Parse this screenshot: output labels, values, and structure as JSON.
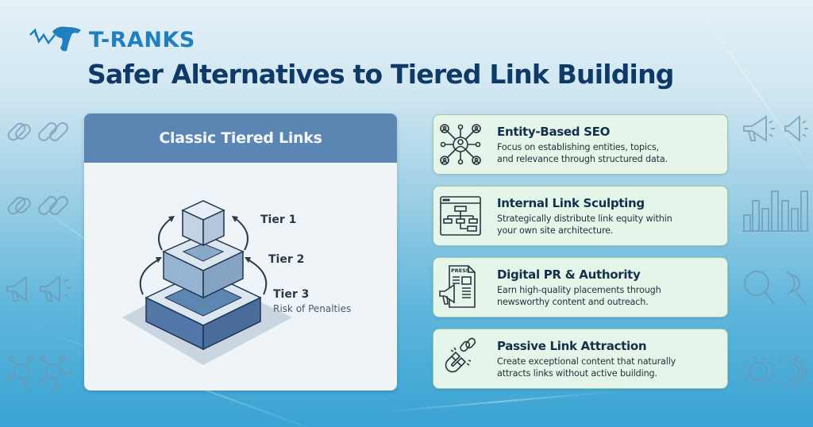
{
  "brand": {
    "logo_text": "T-RANKS",
    "logo_icon": "dinosaur-trend-arrow-icon",
    "color": "#1f7fbf"
  },
  "header": {
    "title": "Safer Alternatives to Tiered Link Building",
    "title_color": "#0f3a68"
  },
  "classic_panel": {
    "title": "Classic Tiered Links",
    "header_color": "#5b86b3",
    "tiers": [
      {
        "label": "Tier 1",
        "note": ""
      },
      {
        "label": "Tier 2",
        "note": ""
      },
      {
        "label": "Tier 3",
        "note": "Risk of Penalties"
      }
    ]
  },
  "alternatives": [
    {
      "title": "Entity-Based SEO",
      "description_line1": "Focus on establishing entities, topics,",
      "description_line2": "and relevance through structured data.",
      "icon": "entity-network-icon"
    },
    {
      "title": "Internal Link Sculpting",
      "description_line1": "Strategically distribute link equity within",
      "description_line2": "your own site architecture.",
      "icon": "site-architecture-icon"
    },
    {
      "title": "Digital PR & Authority",
      "description_line1": "Earn high-quality placements through",
      "description_line2": "newsworthy content and outreach.",
      "icon": "press-megaphone-icon",
      "icon_label": "PRESS"
    },
    {
      "title": "Passive Link Attraction",
      "description_line1": "Create exceptional content that naturally",
      "description_line2": "attracts links without active building.",
      "icon": "magnet-chain-icon"
    }
  ],
  "background_icons": {
    "left": [
      "chain-link-icon",
      "chain-link-icon",
      "megaphone-icon",
      "network-nodes-icon"
    ],
    "right": [
      "megaphone-icon",
      "bar-chart-icon",
      "magnifier-icon",
      "gear-icon"
    ]
  },
  "colors": {
    "card_bg": "#e6f5e9",
    "card_border": "#9cc7a9",
    "background_top": "#e6f1f7",
    "background_bottom": "#3aa3d3"
  }
}
